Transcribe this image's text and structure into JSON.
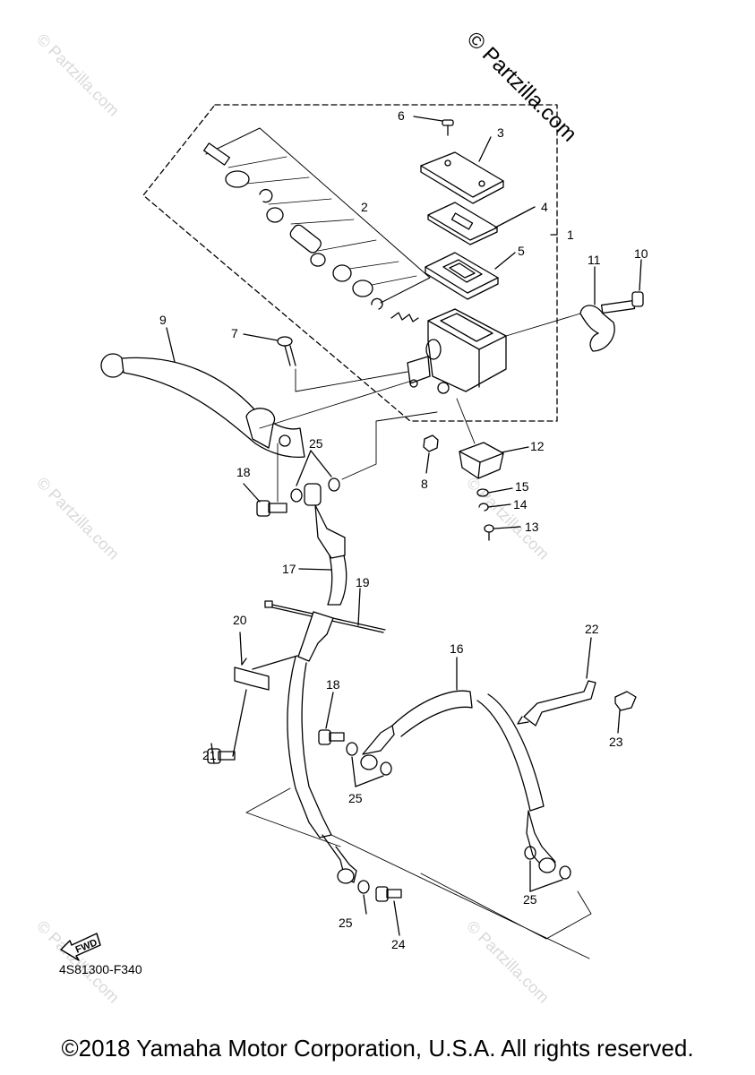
{
  "brand_mark": "© Partzilla.com",
  "watermark_text": "© Partzilla.com",
  "diagram_code": "4S81300-F340",
  "fwd_label": "FWD",
  "copyright": "©2018 Yamaha Motor Corporation, U.S.A. All rights reserved.",
  "callouts": {
    "c1": "1",
    "c2": "2",
    "c3": "3",
    "c4": "4",
    "c5": "5",
    "c6": "6",
    "c7": "7",
    "c8": "8",
    "c9": "9",
    "c10": "10",
    "c11": "11",
    "c12": "12",
    "c13": "13",
    "c14": "14",
    "c15": "15",
    "c16": "16",
    "c17": "17",
    "c18a": "18",
    "c18b": "18",
    "c19": "19",
    "c20": "20",
    "c21": "21",
    "c22": "22",
    "c23": "23",
    "c24": "24",
    "c25a": "25",
    "c25b": "25",
    "c25c": "25",
    "c25d": "25"
  },
  "colors": {
    "line": "#000000",
    "watermark": "#d9d9d9",
    "background": "#ffffff"
  }
}
